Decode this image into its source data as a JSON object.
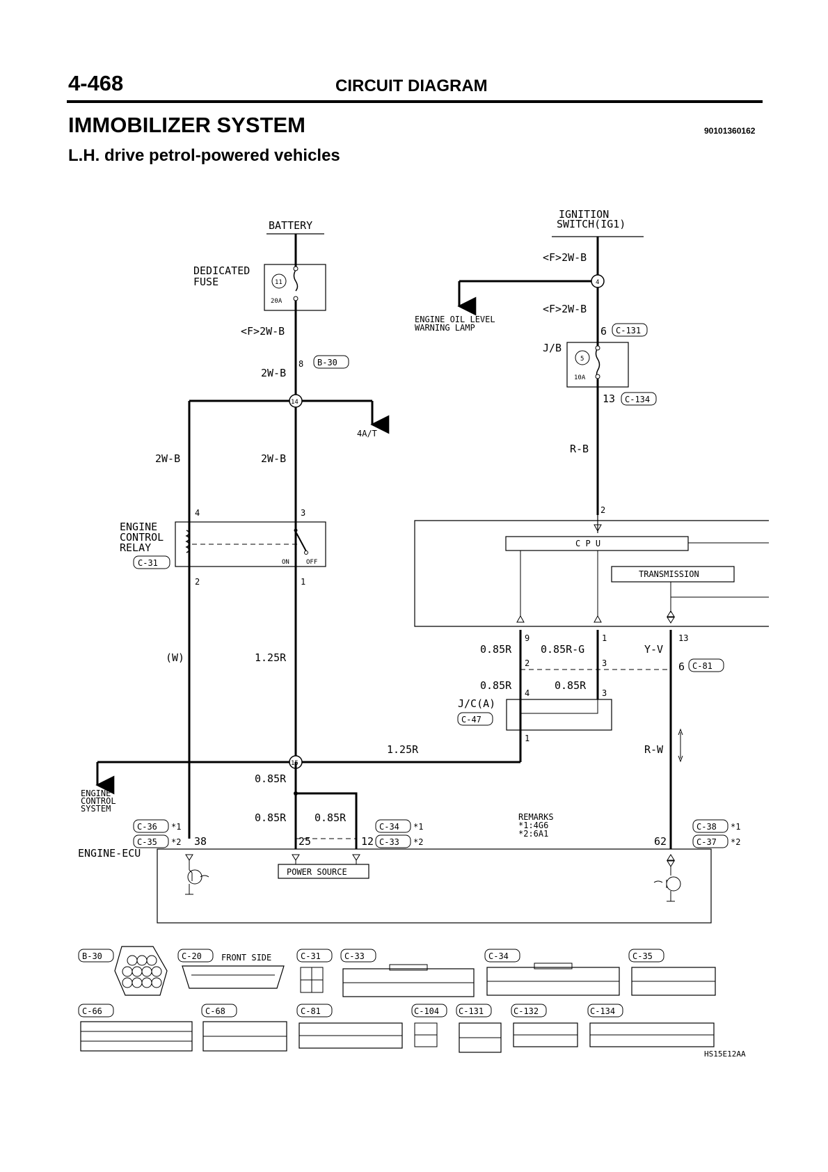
{
  "header": {
    "page_number": "4-468",
    "section": "CIRCUIT DIAGRAM",
    "system": "IMMOBILIZER SYSTEM",
    "doc_code": "90101360162",
    "variant": "L.H. drive petrol-powered vehicles"
  },
  "battery": {
    "label": "BATTERY"
  },
  "dedicated_fuse": {
    "label1": "DEDICATED",
    "label2": "FUSE",
    "num": "11",
    "amp": "20A"
  },
  "ignition": {
    "label1": "IGNITION",
    "label2": "SWITCH(IG1)"
  },
  "oil_lamp": {
    "label1": "ENGINE OIL LEVEL",
    "label2": "WARNING LAMP"
  },
  "jb": {
    "label": "J/B",
    "num": "5",
    "amp": "10A"
  },
  "relay": {
    "label1": "ENGINE",
    "label2": "CONTROL",
    "label3": "RELAY",
    "conn": "C-31",
    "on": "ON",
    "off": "OFF"
  },
  "ecm_unit": {
    "cpu": "C P U",
    "transmission": "TRANSMISSION"
  },
  "jc": {
    "label": "J/C(A)",
    "conn": "C-47"
  },
  "ecu": {
    "label": "ENGINE-ECU",
    "power": "POWER SOURCE"
  },
  "ecs": {
    "label1": "ENGINE",
    "label2": "CONTROL",
    "label3": "SYSTEM"
  },
  "at": "4A/T",
  "remarks": {
    "title": "REMARKS",
    "line1": "*1:4G6",
    "line2": "*2:6A1"
  },
  "wires": {
    "f2wb_a": "<F>2W-B",
    "w2b_a": "2W-B",
    "w2b_l": "2W-B",
    "w2b_m": "2W-B",
    "f2wb_b": "<F>2W-B",
    "f2wb_c": "<F>2W-B",
    "rb": "R-B",
    "w": "(W)",
    "r125a": "1.25R",
    "r125b": "1.25R",
    "r085a": "0.85R",
    "r085b": "0.85R",
    "r085c": "0.85R",
    "r085d": "0.85R",
    "r085e": "0.85R",
    "r085f": "0.85R",
    "rg085": "0.85R-G",
    "yv": "Y-V",
    "rw": "R-W"
  },
  "splices": [
    "4",
    "14",
    "15"
  ],
  "pins": {
    "p8": "8",
    "p6a": "6",
    "p13a": "13",
    "p4": "4",
    "p3": "3",
    "p2a": "2",
    "p1a": "1",
    "p2b": "2",
    "p9": "9",
    "p1b": "1",
    "p13b": "13",
    "p2c": "2",
    "p3b": "3",
    "p6b": "6",
    "p4b": "4",
    "p3c": "3",
    "p1c": "1",
    "p38": "38",
    "p25": "25",
    "p12": "12",
    "p62": "62"
  },
  "connectors": {
    "b30": "B-30",
    "c131": "C-131",
    "c134": "C-134",
    "c81": "C-81",
    "c36": "C-36",
    "c35": "C-35",
    "c34": "C-34",
    "c33": "C-33",
    "c38": "C-38",
    "c37": "C-37"
  },
  "markers": {
    "s1": "*1",
    "s2": "*2"
  },
  "legend": {
    "b30": "B-30",
    "c20": "C-20",
    "c20_note": "FRONT SIDE",
    "c31": "C-31",
    "c33": "C-33",
    "c34": "C-34",
    "c35": "C-35",
    "c66": "C-66",
    "c68": "C-68",
    "c81": "C-81",
    "c104": "C-104",
    "c131": "C-131",
    "c132": "C-132",
    "c134": "C-134"
  },
  "figure_id": "HS15E12AA"
}
